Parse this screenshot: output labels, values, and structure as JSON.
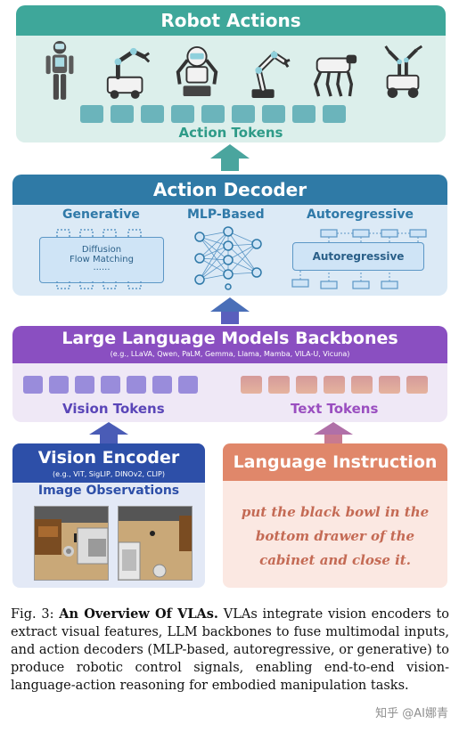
{
  "robot_actions": {
    "title": "Robot Actions",
    "token_label": "Action Tokens",
    "token_count": 9,
    "robots": [
      "humanoid-robot-icon",
      "mobile-manipulator-icon",
      "dual-arm-robot-icon",
      "robot-arm-icon",
      "quadruped-robot-icon",
      "wheeled-robot-icon"
    ]
  },
  "action_decoder": {
    "title": "Action Decoder",
    "generative": {
      "title": "Generative",
      "line1": "Diffusion",
      "line2": "Flow Matching",
      "line3": "......"
    },
    "mlp": {
      "title": "MLP-Based"
    },
    "autoregressive": {
      "title": "Autoregressive",
      "inner": "Autoregressive"
    }
  },
  "llm": {
    "title": "Large Language Models Backbones",
    "examples": "(e.g., LLaVA, Qwen, PaLM, Gemma, Llama, Mamba, VILA-U, Vicuna)",
    "vision_tokens_label": "Vision Tokens",
    "text_tokens_label": "Text Tokens",
    "vision_token_count": 7,
    "text_token_count": 7
  },
  "vision_encoder": {
    "title": "Vision Encoder",
    "examples": "(e.g., ViT, SigLIP, DINOv2, CLIP)",
    "observations_label": "Image Observations"
  },
  "language_instruction": {
    "title": "Language Instruction",
    "line1": "put the black bowl in the",
    "line2": "bottom drawer of the",
    "line3": "cabinet and close it."
  },
  "caption": {
    "prefix": "Fig. 3: ",
    "bold": "An Overview Of VLAs.",
    "text": " VLAs integrate vision encoders to extract visual features, LLM backbones to fuse multimodal inputs, and action decoders (MLP-based, autoregressive, or generative) to produce robotic control signals, enabling end-to-end vision-language-action reasoning for embodied manipulation tasks."
  },
  "watermark": "知乎 @AI娜青",
  "colors": {
    "robot_actions": "#3ea79a",
    "action_decoder": "#2f7aa6",
    "llm": "#8a4fc1",
    "vision_encoder": "#2d4fa8",
    "language_instruction": "#e0876a"
  }
}
